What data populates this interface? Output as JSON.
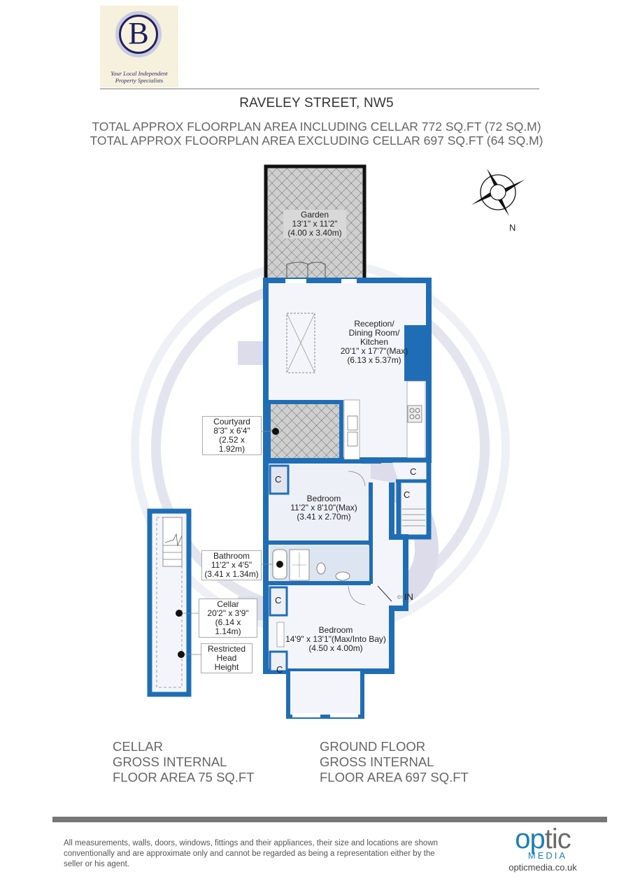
{
  "logo": {
    "letter": "B",
    "tagline_line1": "Your Local Independent",
    "tagline_line2": "Property Specialists",
    "colors": {
      "background": "#f6f1dd",
      "navy": "#1e1f5e",
      "ring": "#c9cbe0"
    }
  },
  "header": {
    "address": "RAVELEY STREET, NW5",
    "total_including": "TOTAL APPROX FLOORPLAN AREA INCLUDING CELLAR 772 SQ.FT (72 SQ.M)",
    "total_excluding": "TOTAL APPROX FLOORPLAN AREA EXCLUDING CELLAR  697 SQ.FT (64 SQ.M)"
  },
  "compass": {
    "label": "N"
  },
  "rooms": {
    "garden": {
      "name": "Garden",
      "imperial": "13'1\" x 11'2\"",
      "metric": "(4.00 x 3.40m)"
    },
    "reception": {
      "name_l1": "Reception/",
      "name_l2": "Dining Room/",
      "name_l3": "Kitchen",
      "imperial": "20'1\" x 17'7\"(Max)",
      "metric": "(6.13 x 5.37m)"
    },
    "courtyard": {
      "name": "Courtyard",
      "imperial": "8'3\" x 6'4\"",
      "metric": "(2.52 x 1.92m)"
    },
    "bedroom1": {
      "name": "Bedroom",
      "imperial": "11'2\" x 8'10\"(Max)",
      "metric": "(3.41 x 2.70m)"
    },
    "bathroom": {
      "name": "Bathroom",
      "imperial": "11'2\" x 4'5\"",
      "metric": "(3.41 x 1.34m)"
    },
    "cellar": {
      "name": "Cellar",
      "imperial": "20'2\" x 3'9\"",
      "metric": "(6.14 x 1.14m)"
    },
    "restricted": {
      "line1": "Restricted",
      "line2": "Head Height"
    },
    "bedroom2": {
      "name": "Bedroom",
      "imperial": "14'9\" x 13'1\"(Max/Into Bay)",
      "metric": "(4.50 x 4.00m)"
    }
  },
  "cupboards": {
    "label": "C"
  },
  "entrance": {
    "label": "IN"
  },
  "floors": {
    "cellar": {
      "line1": "CELLAR",
      "line2": "GROSS INTERNAL",
      "line3": "FLOOR AREA 75 SQ.FT"
    },
    "ground": {
      "line1": "GROUND FLOOR",
      "line2": "GROSS INTERNAL",
      "line3": "FLOOR AREA 697 SQ.FT"
    }
  },
  "footer": {
    "disclaimer": "All measurements, walls, doors, windows, fittings and their appliances, their size and locations are shown conventionally and are approximate only and cannot be regarded as being a representation either by the seller or his agent.",
    "brand_op": "op",
    "brand_tic": "tic",
    "brand_media": "MEDIA",
    "brand_url": "opticmedia.co.uk"
  },
  "colors": {
    "wall": "#1f6eb5",
    "floor": "#f4f5fa",
    "hatch": "#c8c8c8",
    "watermark": "#d6d7e8",
    "text": "#222222"
  }
}
